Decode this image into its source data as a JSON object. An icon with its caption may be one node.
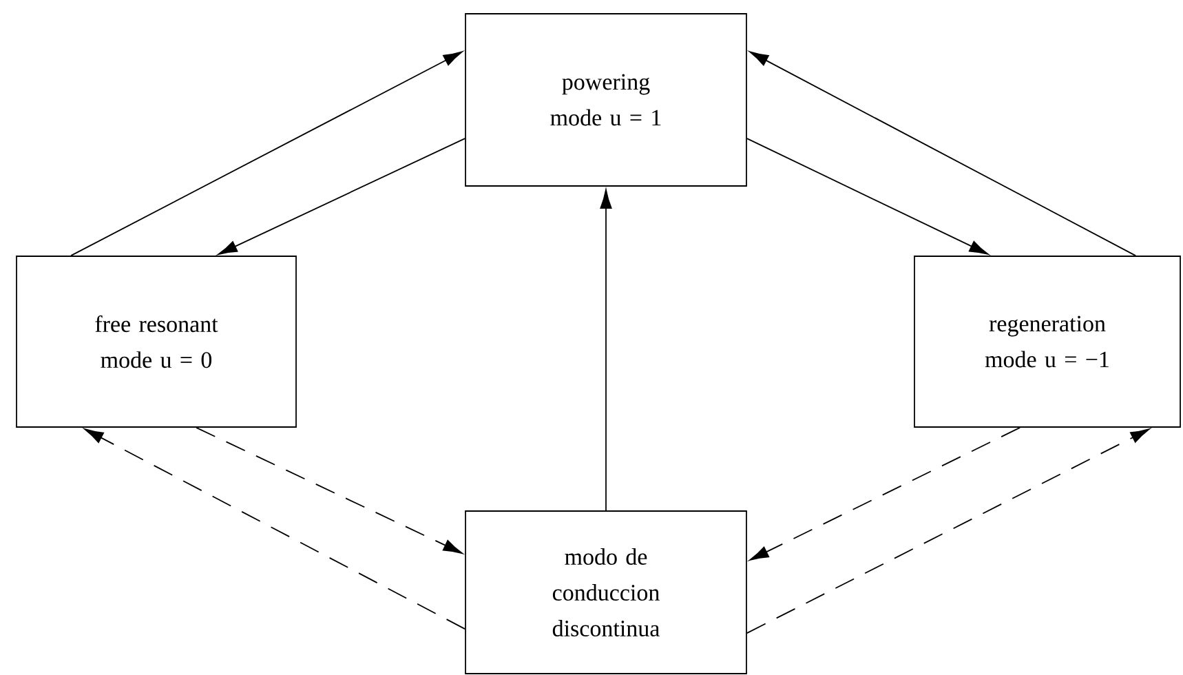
{
  "diagram": {
    "nodes": [
      {
        "text": [
          "powering mode u = 1"
        ]
      },
      {
        "text": [
          "free resonant mode u = 0"
        ]
      },
      {
        "text": [
          "regeneration mode u = −1"
        ]
      },
      {
        "text": [
          "modo de conduccion discontinua"
        ]
      }
    ],
    "edges": [
      {
        "from": 1,
        "to": 0,
        "arrow": "to"
      },
      {
        "from": 0,
        "to": 1,
        "arrow": "to"
      },
      {
        "from": 0,
        "to": 2,
        "arrow": "to"
      },
      {
        "from": 2,
        "to": 0,
        "arrow": "to"
      },
      {
        "from": 3,
        "to": 0,
        "arrow": "to"
      },
      {
        "from": 1,
        "to": 3,
        "arrow": "to",
        "style": "dashed"
      },
      {
        "from": 3,
        "to": 1,
        "arrow": "to",
        "style": "dashed"
      },
      {
        "from": 2,
        "to": 3,
        "arrow": "to",
        "style": "dashed"
      },
      {
        "from": 3,
        "to": 2,
        "arrow": "to",
        "style": "dashed"
      }
    ]
  }
}
